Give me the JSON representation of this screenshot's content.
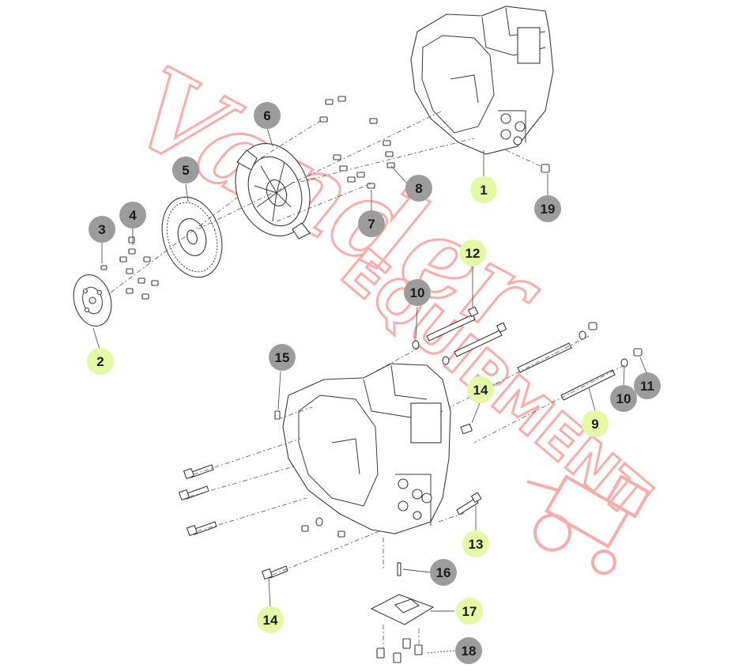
{
  "diagram": {
    "colors": {
      "callout_grey": "#9c9c9c",
      "callout_green": "#e4f8a6",
      "watermark_red": "#f04a4a",
      "line": "#3a3a3a"
    },
    "callouts": [
      {
        "label": "1",
        "color": "green"
      },
      {
        "label": "2",
        "color": "green"
      },
      {
        "label": "3",
        "color": "grey"
      },
      {
        "label": "4",
        "color": "grey"
      },
      {
        "label": "5",
        "color": "grey"
      },
      {
        "label": "6",
        "color": "grey"
      },
      {
        "label": "7",
        "color": "grey"
      },
      {
        "label": "8",
        "color": "grey"
      },
      {
        "label": "9",
        "color": "green"
      },
      {
        "label": "10",
        "color": "grey"
      },
      {
        "label": "10",
        "color": "grey"
      },
      {
        "label": "11",
        "color": "grey"
      },
      {
        "label": "12",
        "color": "green"
      },
      {
        "label": "13",
        "color": "green"
      },
      {
        "label": "14",
        "color": "green"
      },
      {
        "label": "14",
        "color": "green"
      },
      {
        "label": "15",
        "color": "grey"
      },
      {
        "label": "16",
        "color": "grey"
      },
      {
        "label": "17",
        "color": "green"
      },
      {
        "label": "18",
        "color": "grey"
      },
      {
        "label": "19",
        "color": "grey"
      }
    ],
    "watermark": {
      "line1": "Vander",
      "line2": "EQUIPMENT"
    }
  }
}
